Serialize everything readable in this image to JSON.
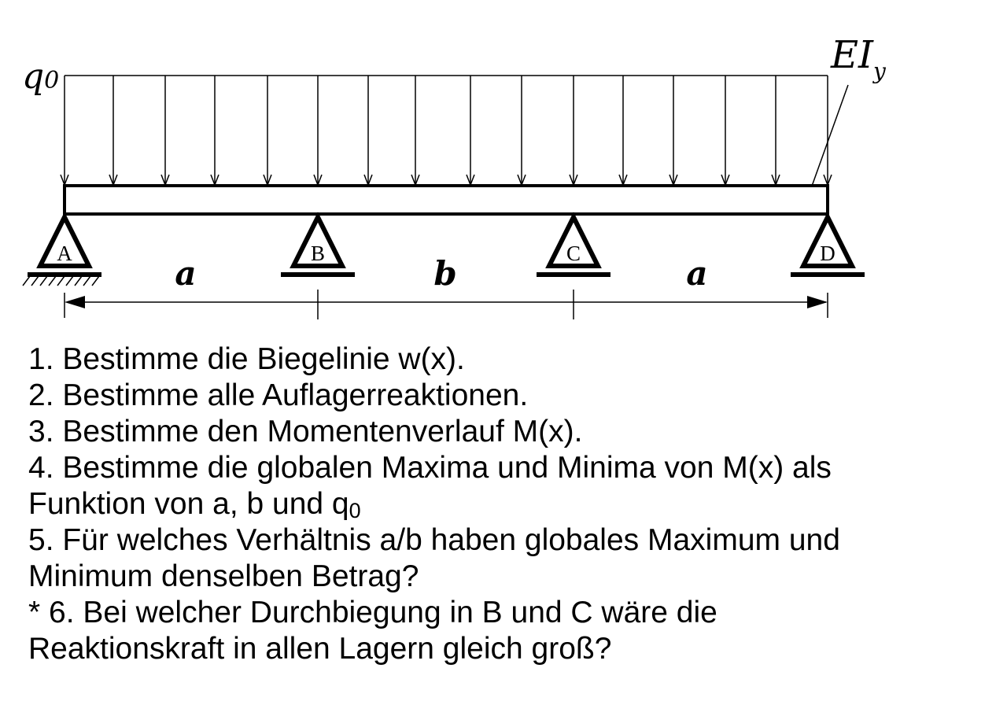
{
  "diagram": {
    "load_label": "q",
    "load_label_sub": "0",
    "stiffness_label": "EI",
    "stiffness_label_sub": "y",
    "supports": [
      "A",
      "B",
      "C",
      "D"
    ],
    "spans": [
      "a",
      "b",
      "a"
    ]
  },
  "tasks": [
    {
      "text": "1. Bestimme die Biegelinie w(x)."
    },
    {
      "text": "2. Bestimme alle Auflagerreaktionen."
    },
    {
      "text": "3. Bestimme den Momentenverlauf M(x)."
    },
    {
      "text": "4. Bestimme die globalen Maxima und Minima von M(x) als"
    },
    {
      "text": "Funktion von a, b und q",
      "sub": "0"
    },
    {
      "text": "5. Für welches Verhältnis a/b haben globales Maximum und"
    },
    {
      "text": "Minimum denselben Betrag?"
    },
    {
      "text": "* 6. Bei welcher Durchbiegung in B und C wäre die"
    },
    {
      "text": "Reaktionskraft in allen Lagern gleich groß?"
    }
  ]
}
